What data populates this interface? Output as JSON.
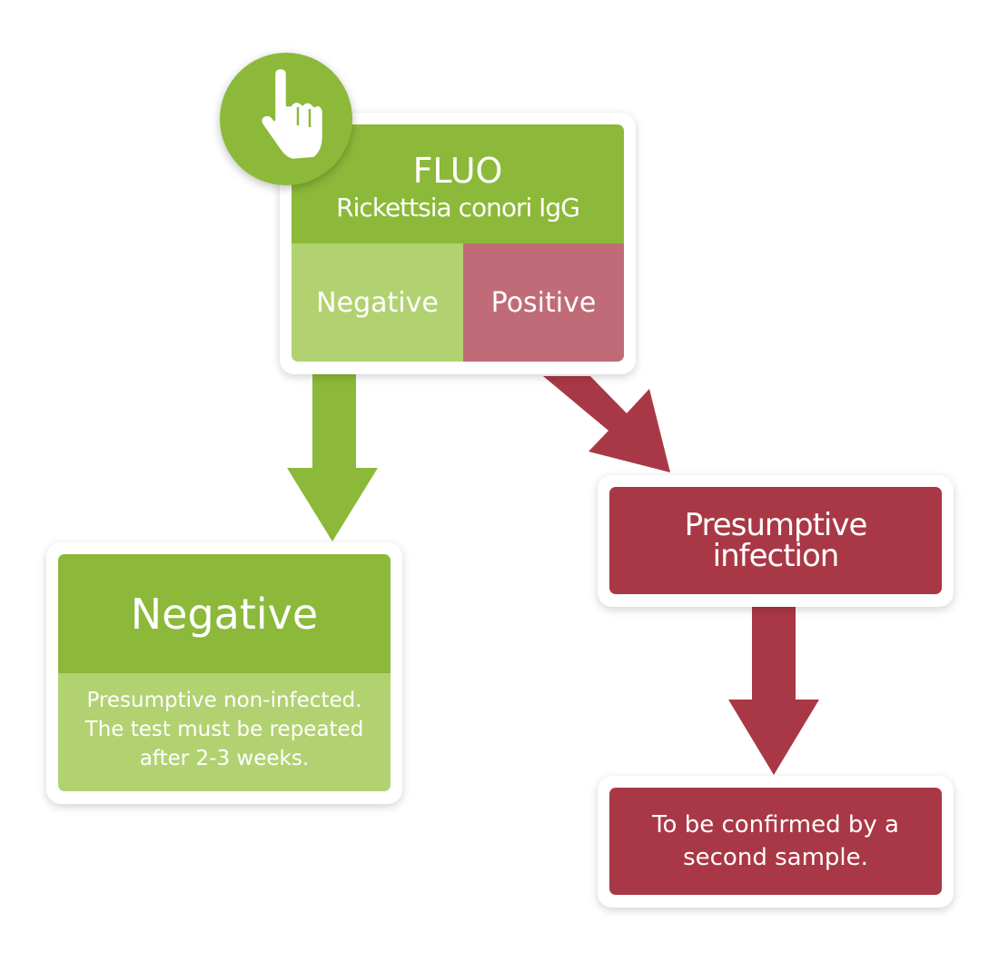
{
  "colors": {
    "green": "#8cb939",
    "light_green": "#b2d272",
    "red": "#a93846",
    "pink": "#bf6c78",
    "white": "#ffffff"
  },
  "icons": {
    "badge": "pointing-hand-icon"
  },
  "test": {
    "title": "FLUO",
    "subtitle": "Rickettsia conori IgG",
    "negative_label": "Negative",
    "positive_label": "Positive"
  },
  "negative_result": {
    "title": "Negative",
    "description": "Presumptive non-infected. The test must be repeated after 2-3 weeks."
  },
  "positive_result": {
    "title": "Presumptive infection"
  },
  "confirmation": {
    "text": "To be confirmed by a second sample."
  }
}
